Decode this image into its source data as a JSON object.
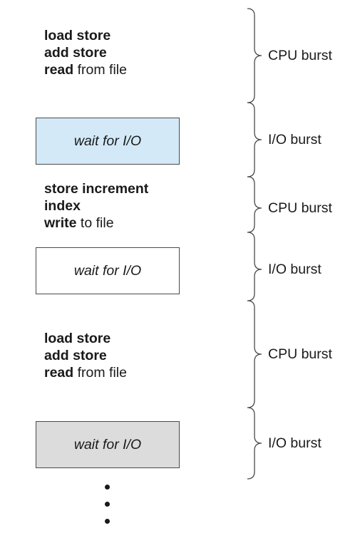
{
  "blocks": [
    {
      "kind": "code",
      "lines": [
        {
          "bold": "load store",
          "rest": ""
        },
        {
          "bold": "add store",
          "rest": ""
        },
        {
          "bold": "read",
          "rest": " from file"
        }
      ]
    },
    {
      "kind": "io",
      "text": "wait for I/O",
      "fill": "#d3e9f7"
    },
    {
      "kind": "code",
      "lines": [
        {
          "bold": "store increment",
          "rest": ""
        },
        {
          "bold": "index",
          "rest": ""
        },
        {
          "bold": "write",
          "rest": " to file"
        }
      ]
    },
    {
      "kind": "io",
      "text": "wait for I/O",
      "fill": "#ffffff"
    },
    {
      "kind": "code",
      "lines": [
        {
          "bold": "load store",
          "rest": ""
        },
        {
          "bold": "add store",
          "rest": ""
        },
        {
          "bold": "read",
          "rest": " from file"
        }
      ]
    },
    {
      "kind": "io",
      "text": "wait for I/O",
      "fill": "#dcdcdc"
    }
  ],
  "labels": [
    "CPU burst",
    "I/O burst",
    "CPU burst",
    "I/O burst",
    "CPU burst",
    "I/O burst"
  ],
  "continuation": "vertical ellipsis",
  "colors": {
    "stroke": "#4a4a4a",
    "text": "#1a1a1a"
  }
}
